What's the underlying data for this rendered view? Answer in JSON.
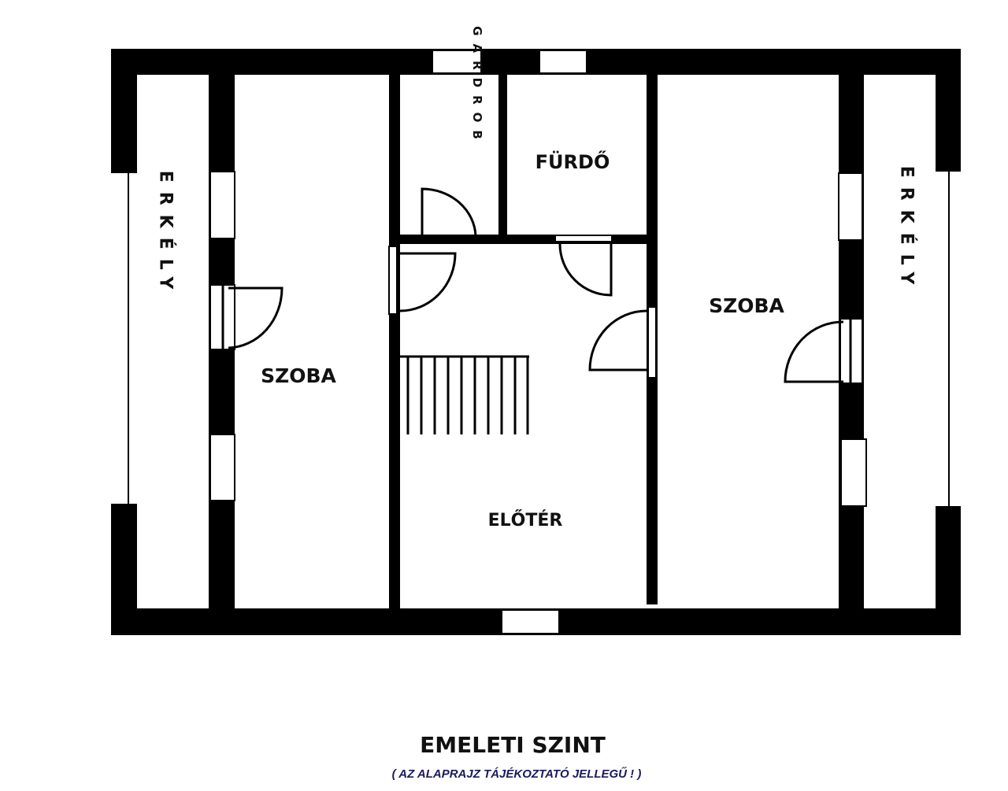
{
  "plan": {
    "rooms": {
      "left_balcony": "ERKÉLY",
      "left_room": "SZOBA",
      "wardrobe": "GARDROB",
      "bathroom": "FÜRDŐ",
      "hall": "ELŐTÉR",
      "right_room": "SZOBA",
      "right_balcony": "ERKÉLY"
    }
  },
  "caption": {
    "title": "EMELETI SZINT",
    "subtitle": "( AZ ALAPRAJZ TÁJÉKOZTATÓ JELLEGŰ ! )"
  }
}
